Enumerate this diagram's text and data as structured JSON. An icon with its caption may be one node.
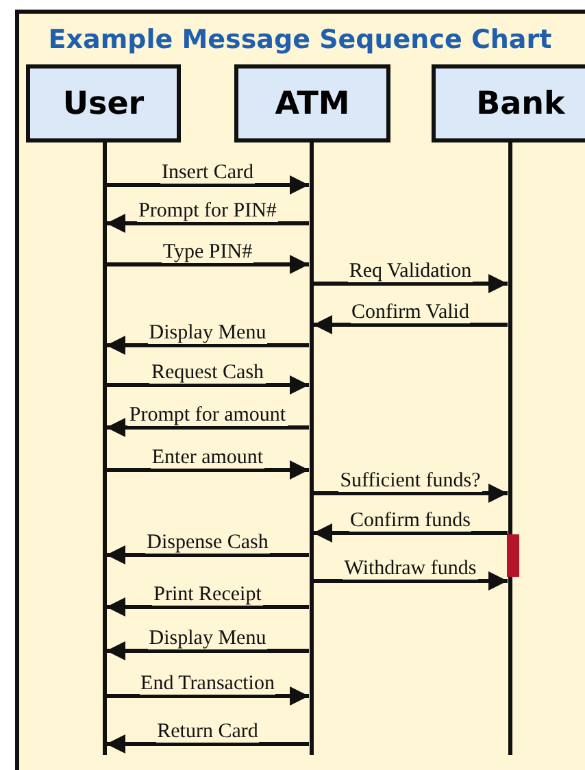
{
  "diagram": {
    "title": "Example Message Sequence Chart",
    "nodes": [
      {
        "text": [
          "User"
        ]
      },
      {
        "text": [
          "ATM"
        ]
      },
      {
        "text": [
          "Bank"
        ]
      },
      {
        "text": [],
        "shape": "bar"
      },
      {
        "text": [],
        "shape": "bar"
      },
      {
        "text": [],
        "shape": "bar"
      }
    ],
    "edges": [
      {
        "from": 3,
        "to": 4,
        "label": "Insert Card",
        "arrow": "to"
      },
      {
        "from": 4,
        "to": 3,
        "label": "Prompt for PIN#",
        "arrow": "to"
      },
      {
        "from": 3,
        "to": 4,
        "label": "Type PIN#",
        "arrow": "to"
      },
      {
        "from": 4,
        "to": 5,
        "label": "Req Validation",
        "arrow": "to"
      },
      {
        "from": 5,
        "to": 4,
        "label": "Confirm Valid",
        "arrow": "to"
      },
      {
        "from": 4,
        "to": 3,
        "label": "Display Menu",
        "arrow": "to"
      },
      {
        "from": 3,
        "to": 4,
        "label": "Request Cash",
        "arrow": "to"
      },
      {
        "from": 4,
        "to": 3,
        "label": "Prompt for amount",
        "arrow": "to"
      },
      {
        "from": 3,
        "to": 4,
        "label": "Enter amount",
        "arrow": "to"
      },
      {
        "from": 4,
        "to": 5,
        "label": "Sufficient funds?",
        "arrow": "to"
      },
      {
        "from": 5,
        "to": 4,
        "label": "Confirm funds",
        "arrow": "to"
      },
      {
        "from": 4,
        "to": 3,
        "label": "Dispense Cash",
        "arrow": "to"
      },
      {
        "from": 4,
        "to": 5,
        "label": "Withdraw funds",
        "arrow": "to"
      },
      {
        "from": 4,
        "to": 3,
        "label": "Print Receipt",
        "arrow": "to"
      },
      {
        "from": 4,
        "to": 3,
        "label": "Display Menu",
        "arrow": "to"
      },
      {
        "from": 3,
        "to": 4,
        "label": "End Transaction",
        "arrow": "to"
      },
      {
        "from": 4,
        "to": 3,
        "label": "Return Card",
        "arrow": "to"
      }
    ]
  }
}
